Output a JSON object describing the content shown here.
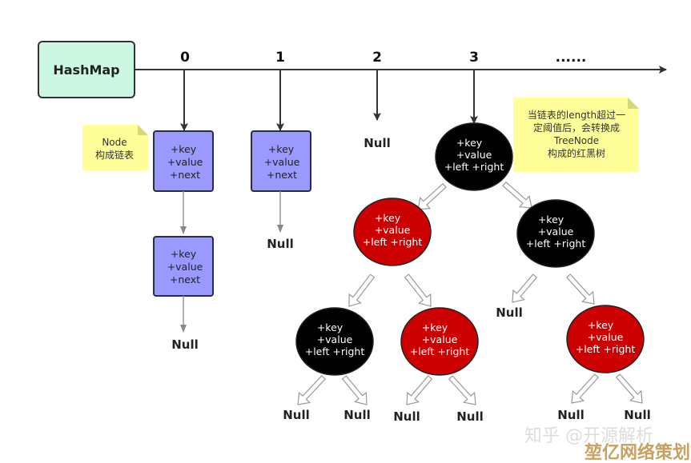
{
  "hashmap_label": "HashMap",
  "indices": [
    "0",
    "1",
    "2",
    "3",
    "......"
  ],
  "node_fields": [
    "+key",
    "+value",
    "+next"
  ],
  "tree_fields": [
    "+key",
    "+value",
    "+left +right"
  ],
  "null_label": "Null",
  "note_list": [
    "Node",
    "构成链表"
  ],
  "note_tree": [
    "当链表的length超过一",
    "定阈值后，会转换成",
    "TreeNode",
    "构成的红黑树"
  ],
  "watermark": [
    "知乎 @开源解析",
    "堃亿网络策划"
  ],
  "colors": {
    "hashmap": "#ccf7e3",
    "node": "#9999ff",
    "note": "#ffff99",
    "red": "#cc0000",
    "black": "#000000"
  }
}
